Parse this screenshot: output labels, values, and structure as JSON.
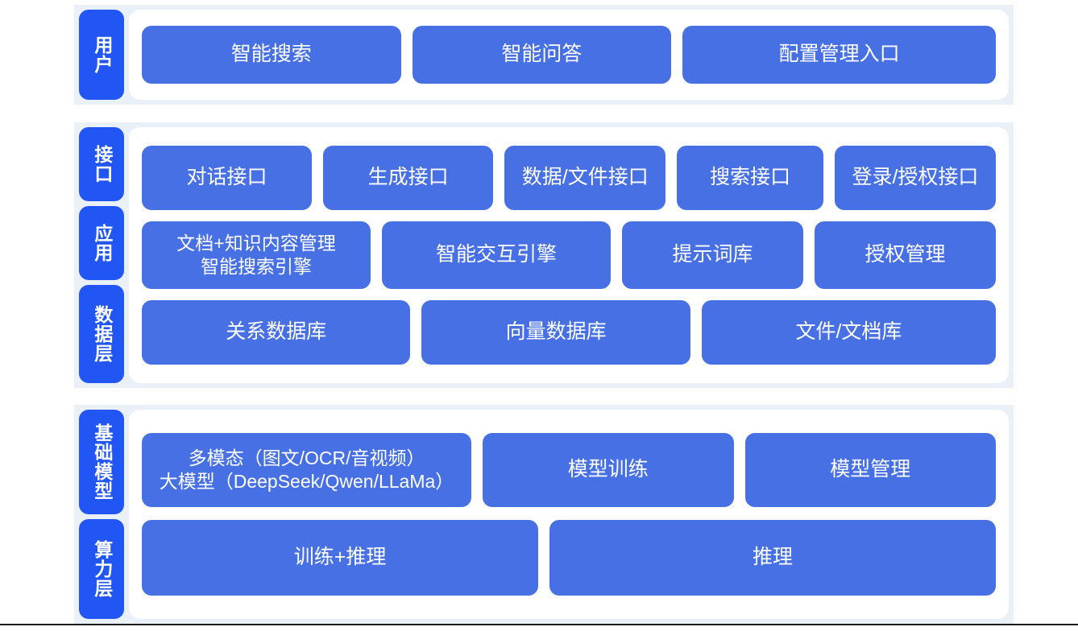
{
  "theme": {
    "page_background": "#ffffff",
    "band_background": "#eaf0f8",
    "card_background": "#ffffff",
    "chip_color": "#2156f5",
    "box_color": "#4670e3",
    "text_color": "#ffffff",
    "rule_color": "#1a1a1a"
  },
  "bands": [
    {
      "id": "user",
      "labels": [
        "用户"
      ],
      "rows": [
        {
          "id": "user-entries",
          "boxes": [
            {
              "label": "智能搜索",
              "flex": 1
            },
            {
              "label": "智能问答",
              "flex": 1
            },
            {
              "label": "配置管理入口",
              "flex": 1.22
            }
          ]
        }
      ]
    },
    {
      "id": "middle",
      "labels": [
        "接口",
        "应用",
        "数据层"
      ],
      "rows": [
        {
          "id": "interface",
          "boxes": [
            {
              "label": "对话接口",
              "flex": 1.06
            },
            {
              "label": "生成接口",
              "flex": 1.06
            },
            {
              "label": "数据/文件接口",
              "flex": 1.0
            },
            {
              "label": "搜索接口",
              "flex": 0.9
            },
            {
              "label": "登录/授权接口",
              "flex": 1.0
            }
          ]
        },
        {
          "id": "application",
          "boxes": [
            {
              "label": "文档+知识内容管理\n智能搜索引擎",
              "flex": 1.18,
              "size": "small"
            },
            {
              "label": "智能交互引擎",
              "flex": 1.18
            },
            {
              "label": "提示词库",
              "flex": 0.92
            },
            {
              "label": "授权管理",
              "flex": 0.92
            }
          ]
        },
        {
          "id": "data-layer",
          "boxes": [
            {
              "label": "关系数据库",
              "flex": 1
            },
            {
              "label": "向量数据库",
              "flex": 1
            },
            {
              "label": "文件/文档库",
              "flex": 1.1
            }
          ]
        }
      ]
    },
    {
      "id": "bottom",
      "labels": [
        "基础模型",
        "算力层"
      ],
      "rows": [
        {
          "id": "foundation-model",
          "boxes": [
            {
              "label": "多模态（图文/OCR/音视频）\n大模型（DeepSeek/Qwen/LLaMa）",
              "flex": 1.33,
              "size": "small"
            },
            {
              "label": "模型训练",
              "flex": 1.0
            },
            {
              "label": "模型管理",
              "flex": 1.0
            }
          ]
        },
        {
          "id": "compute-layer",
          "boxes": [
            {
              "label": "训练+推理",
              "flex": 1
            },
            {
              "label": "推理",
              "flex": 1.13
            }
          ]
        }
      ]
    }
  ]
}
